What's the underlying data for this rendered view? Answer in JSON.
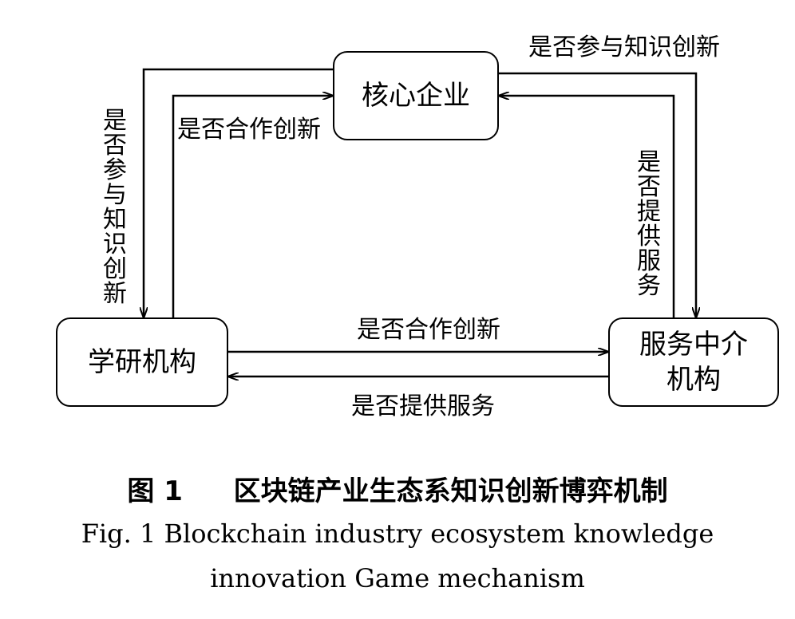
{
  "nodes": {
    "core_enterprise": "核心企业",
    "research_institution": "学研机构",
    "service_intermediary": "服务中介机构"
  },
  "edges": {
    "research_to_core_participate": "是否参与知识创新",
    "research_to_core_cooperate": "是否合作创新",
    "service_to_core_participate": "是否参与知识创新",
    "service_to_core_provide": "是否提供服务",
    "research_to_service_cooperate": "是否合作创新",
    "service_to_research_provide": "是否提供服务"
  },
  "caption": {
    "cn_label": "图 1",
    "cn_title": "区块链产业生态系知识创新博弈机制",
    "en_line1": "Fig. 1    Blockchain industry ecosystem knowledge",
    "en_line2": "innovation Game mechanism"
  }
}
